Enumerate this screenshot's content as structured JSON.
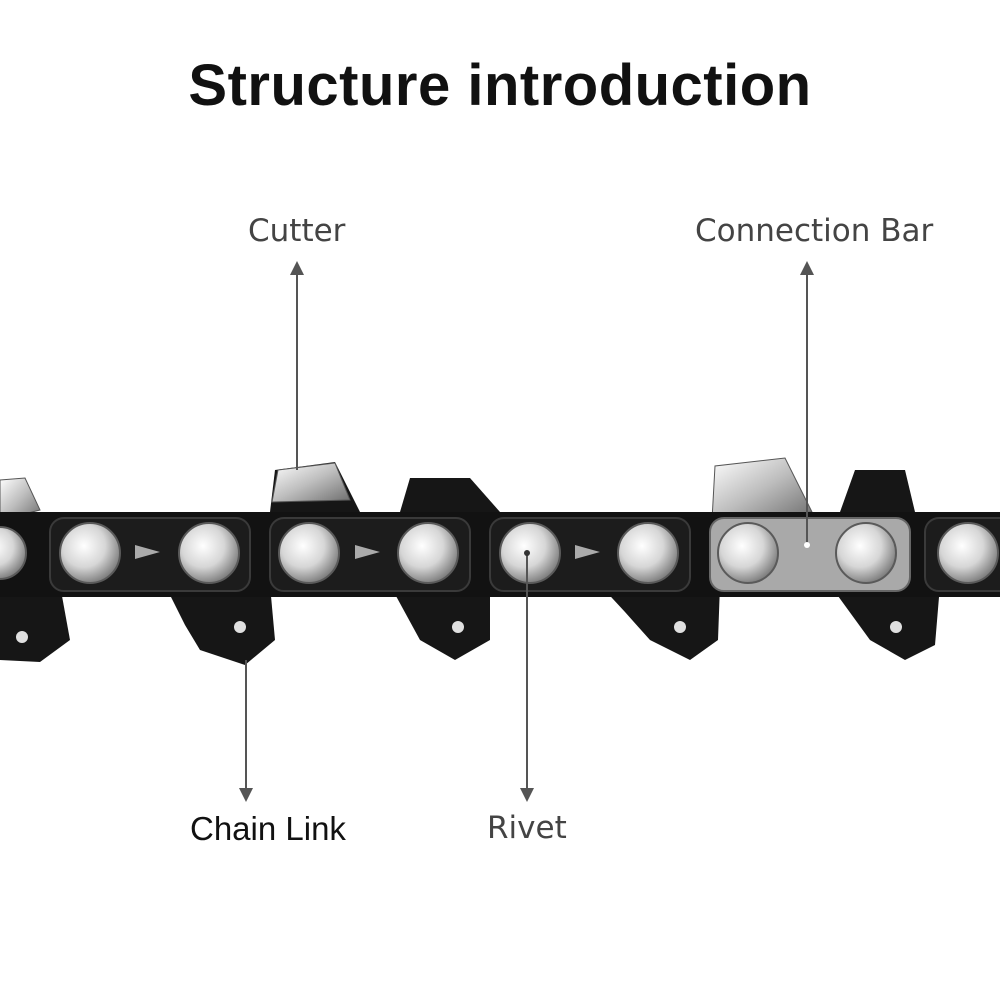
{
  "title": "Structure introduction",
  "labels": {
    "cutter": "Cutter",
    "connection_bar": "Connection Bar",
    "chain_link": "Chain Link",
    "rivet": "Rivet"
  },
  "colors": {
    "chain_body": "#161616",
    "rivet_metal": "#d9d9d9",
    "cutter_chrome": "#cfcfcf",
    "arrow": "#555555"
  }
}
